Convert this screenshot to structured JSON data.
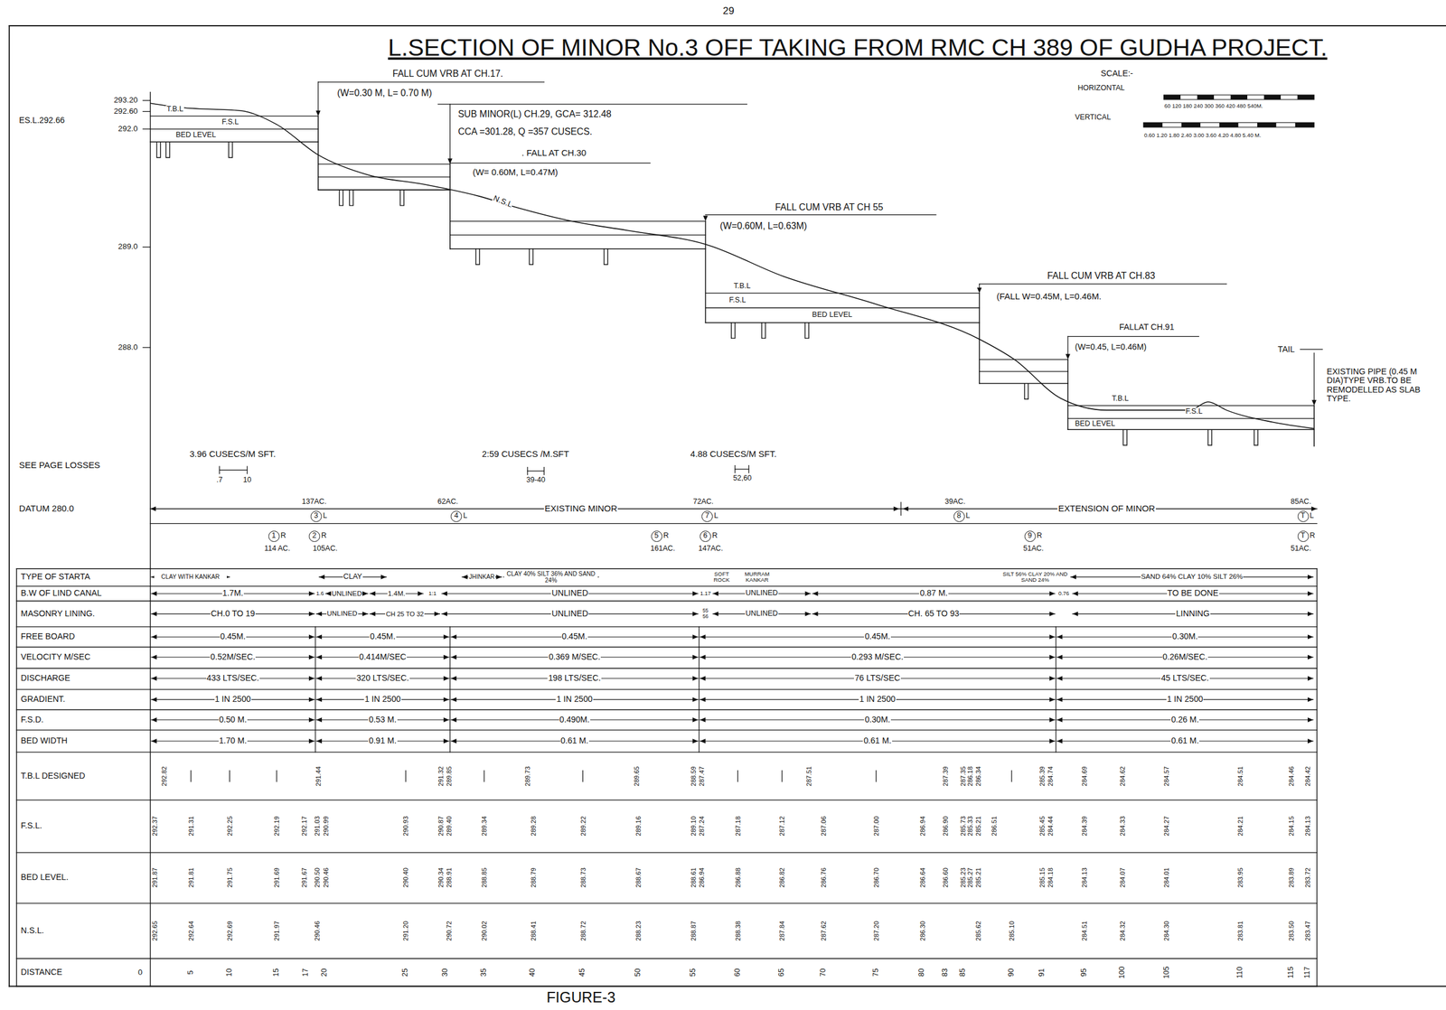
{
  "diagram": {
    "title": "L.SECTION OF MINOR No.3 OFF TAKING FROM RMC CH 389 OF GUDHA PROJECT.",
    "caption": "FIGURE-3",
    "nodes": [
      {
        "text": [
          "1",
          "R",
          "114 AC."
        ]
      },
      {
        "text": [
          "2",
          "R",
          "105AC."
        ]
      },
      {
        "text": [
          "3",
          "L",
          "137AC."
        ]
      },
      {
        "text": [
          "4",
          "L",
          "62AC."
        ]
      },
      {
        "text": [
          "5",
          "R",
          "161AC."
        ]
      },
      {
        "text": [
          "6",
          "R",
          "147AC."
        ]
      },
      {
        "text": [
          "7",
          "L",
          "72AC."
        ]
      },
      {
        "text": [
          "8",
          "L",
          "39AC."
        ]
      },
      {
        "text": [
          "9",
          "R",
          "51AC."
        ]
      },
      {
        "text": [
          "T",
          "L",
          "85AC."
        ]
      },
      {
        "text": [
          "T",
          "R",
          "51AC."
        ]
      }
    ],
    "labels": [
      "293.20",
      "292.60",
      "ES.L.292.66",
      "292.0",
      "289.0",
      "288.0",
      "T.B.L",
      "F.S.L",
      "BED LEVEL",
      "FALL CUM VRB AT CH.17.",
      "(W=0.30 M, L= 0.70 M)",
      "SUB MINOR(L) CH.29, GCA= 312.48",
      "CCA =301.28, Q =357 CUSECS.",
      ". FALL AT CH.30",
      "(W= 0.60M, L=0.47M)",
      "N.S.L",
      "FALL CUM VRB AT CH 55",
      "(W=0.60M, L=0.63M)",
      "T.B.L",
      "F.S.L",
      "BED LEVEL",
      "FALL CUM VRB AT CH.83",
      "(FALL W=0.45M, L=0.46M.",
      "FALLAT CH.91",
      "(W=0.45, L=0.46M)",
      "TAIL",
      "EXISTING PIPE (0.45 M DIA)TYPE VRB.TO BE REMODELLED AS SLAB TYPE.",
      "T.B.L",
      "F.S.L",
      "BED LEVEL",
      "SCALE:-",
      "HORIZONTAL",
      "60 120 180 240 300 360 420 480 540M.",
      "VERTICAL",
      "0.60 1.20 1.80 2.40 3.00 3.60 4.20 4.80 5.40 M.",
      "SEE PAGE LOSSES",
      "3.96 CUSECS/M SFT.",
      ".7",
      "10",
      "2:59 CUSECS /M.SFT",
      "39-40",
      "4.88 CUSECS/M SFT.",
      "52,60",
      "DATUM 280.0",
      "EXISTING MINOR",
      "EXTENSION OF MINOR",
      "TYPE OF STARTA",
      "B.W OF LIND CANAL",
      "MASONRY LINING.",
      "FREE BOARD",
      "VELOCITY M/SEC",
      "DISCHARGE",
      "GRADIENT.",
      "F.S.D.",
      "BED WIDTH",
      "T.B.L DESIGNED",
      "F.S.L.",
      "BED LEVEL.",
      "N.S.L.",
      "DISTANCE",
      "CLAY WITH KANKAR",
      "CLAY",
      "JHINKAR",
      "CLAY 40% SILT 36% AND SAND 24%",
      "SOFT ROCK",
      "MURRAM KANKAR",
      "SILT 56% CLAY 20% AND SAND 24%",
      "SAND 64% CLAY 10% SILT 26%",
      "1.7M.",
      "1.6",
      "UNLINED",
      "1.4M.",
      "1:1",
      "UNLINED",
      "1.17",
      "UNLINED",
      "0.87 M.",
      "0.76",
      "TO BE DONE",
      "CH.0 TO 19",
      "UNLINED",
      "CH 25 TO 32",
      "UNLINED",
      "55 56",
      "UNLINED",
      "CH. 65 TO 93",
      "LINNING",
      "0.45M.",
      "0.45M.",
      "0.45M.",
      "0.45M.",
      "0.30M.",
      "0.52M/SEC.",
      "0.414M/SEC",
      "0.369 M/SEC.",
      "0.293 M/SEC.",
      "0.26M/SEC.",
      "433 LTS/SEC.",
      "320 LTS/SEC.",
      "198 LTS/SEC.",
      "76 LTS/SEC",
      "45 LTS/SEC.",
      "1 IN 2500",
      "1 IN 2500",
      "1 IN 2500",
      "1 IN 2500",
      "1 IN 2500",
      "0.50 M.",
      "0.53 M.",
      "0.490M.",
      "0.30M.",
      "0.26 M.",
      "1.70 M.",
      "0.91 M.",
      "0.61 M.",
      "0.61 M.",
      "0.61 M.",
      "292.82",
      "291.44",
      "291.32",
      "289.85",
      "289.73",
      "289.65",
      "288.59",
      "287.47",
      "287.51",
      "287.39",
      "287.35",
      "286.18",
      "286.34",
      "285.39",
      "284.74",
      "284.69",
      "284.62",
      "284.57",
      "284.51",
      "284.46",
      "284.42",
      "292.37",
      "291.31",
      "292.25",
      "292.19",
      "292.17",
      "291.03",
      "290.99",
      "290.93",
      "290.87",
      "289.40",
      "289.34",
      "289.28",
      "289.22",
      "289.16",
      "289.10",
      "287.24",
      "287.18",
      "287.12",
      "287.06",
      "287.00",
      "286.94",
      "286.90",
      "285.73",
      "285.33",
      "285.21",
      "286.51",
      "285.45",
      "284.44",
      "284.39",
      "284.33",
      "284.27",
      "284.21",
      "284.15",
      "284.13",
      "291.87",
      "291.81",
      "291.75",
      "291.69",
      "291.67",
      "290.50",
      "290.46",
      "290.40",
      "290.34",
      "288.91",
      "288.85",
      "288.79",
      "288.73",
      "288.67",
      "288.61",
      "286.94",
      "286.88",
      "286.82",
      "286.76",
      "286.70",
      "286.64",
      "286.60",
      "285.23",
      "285.27",
      "285.21",
      "285.15",
      "284.18",
      "284.13",
      "284.07",
      "284.01",
      "283.95",
      "283.89",
      "283.72",
      "292.65",
      "292.64",
      "292.69",
      "291.97",
      "290.46",
      "291.20",
      "290.72",
      "290.02",
      "288.41",
      "288.72",
      "288.23",
      "288.87",
      "288.38",
      "287.84",
      "287.62",
      "287.20",
      "286.30",
      "285.62",
      "285.10",
      "284.51",
      "284.32",
      "284.30",
      "283.81",
      "283.50",
      "283.47",
      "0",
      "5",
      "10",
      "15",
      "17",
      "20",
      "25",
      "30",
      "35",
      "40",
      "45",
      "50",
      "55",
      "60",
      "65",
      "70",
      "75",
      "80",
      "83",
      "85",
      "90",
      "91",
      "95",
      "100",
      "105",
      "110",
      "115",
      "117",
      "29"
    ]
  }
}
